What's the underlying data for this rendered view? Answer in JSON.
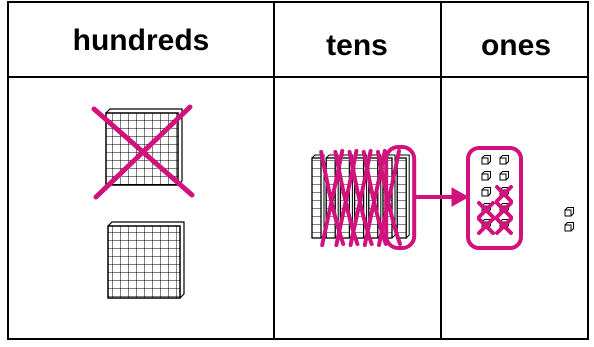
{
  "columns": [
    {
      "id": "hundreds",
      "label": "hundreds"
    },
    {
      "id": "tens",
      "label": "tens"
    },
    {
      "id": "ones",
      "label": "ones"
    }
  ],
  "hundreds": {
    "flats": 2,
    "crossed_out": 1
  },
  "tens": {
    "rods": 7,
    "crossed_out": 5,
    "regrouped": 1
  },
  "ones": {
    "regrouped_cubes": 10,
    "crossed_out_in_group": 5,
    "remaining_outside": 2
  },
  "colors": {
    "mark": "#d1127c",
    "line": "#000000",
    "block_fill": "#ffffff"
  }
}
